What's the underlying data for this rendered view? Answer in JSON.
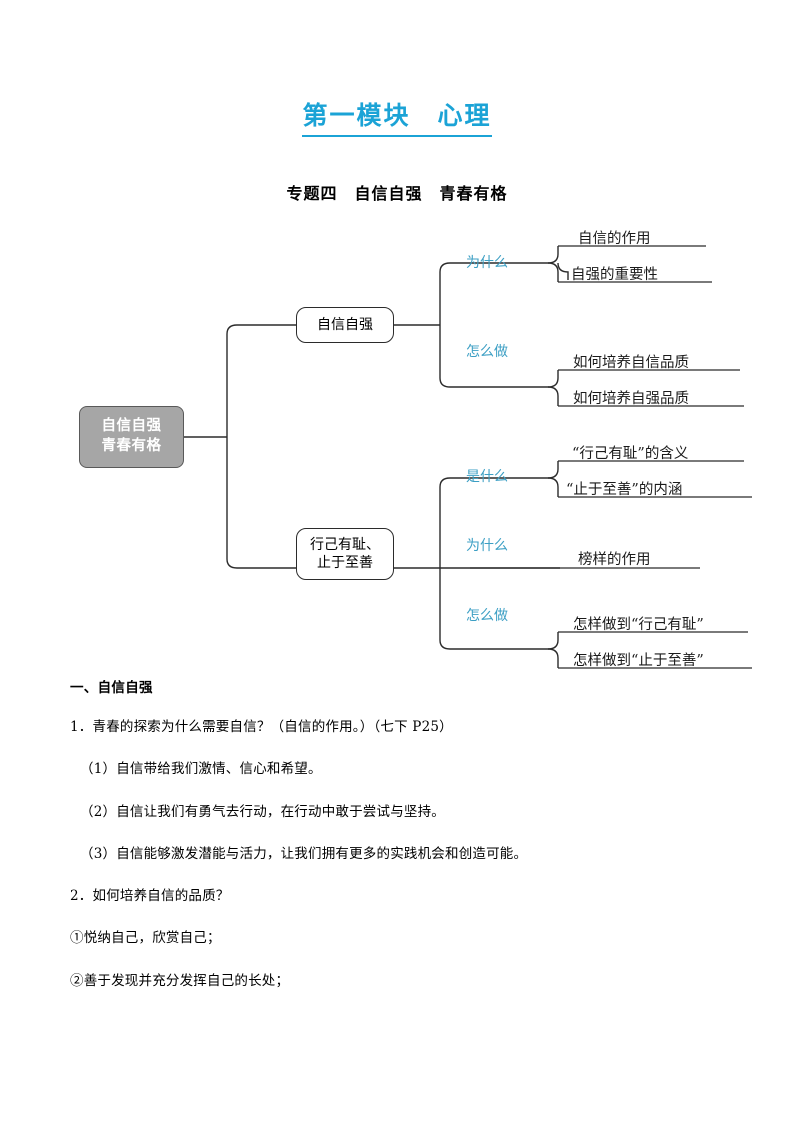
{
  "module_title": "第一模块　心理",
  "topic_title": "专题四　自信自强　青春有格",
  "mindmap": {
    "root": "自信自强\n青春有格",
    "branches": [
      {
        "title": "自信自强",
        "groups": [
          {
            "label": "为什么",
            "leaves": [
              "自信的作用",
              "自强的重要性"
            ]
          },
          {
            "label": "怎么做",
            "leaves": [
              "如何培养自信品质",
              "如何培养自强品质"
            ]
          }
        ]
      },
      {
        "title": "行己有耻、\n止于至善",
        "groups": [
          {
            "label": "是什么",
            "leaves": [
              "“行己有耻”的含义",
              "“止于至善”的内涵"
            ]
          },
          {
            "label": "为什么",
            "leaves": [
              "榜样的作用"
            ]
          },
          {
            "label": "怎么做",
            "leaves": [
              "怎样做到“行己有耻”",
              "怎样做到“止于至善”"
            ]
          }
        ]
      }
    ]
  },
  "body": {
    "section_heading": "一、自信自强",
    "paragraphs": [
      "1．青春的探索为什么需要自信？（自信的作用。）（七下 P25）",
      "（1）自信带给我们激情、信心和希望。",
      "（2）自信让我们有勇气去行动，在行动中敢于尝试与坚持。",
      "（3）自信能够激发潜能与活力，让我们拥有更多的实践机会和创造可能。",
      "2．如何培养自信的品质？",
      "①悦纳自己，欣赏自己；",
      "②善于发现并充分发挥自己的长处；"
    ]
  },
  "colors": {
    "title_blue": "#1BA3D6",
    "label_blue": "#3C9FC4",
    "root_fill": "#A6A6A6",
    "line": "#2b2b2b"
  }
}
